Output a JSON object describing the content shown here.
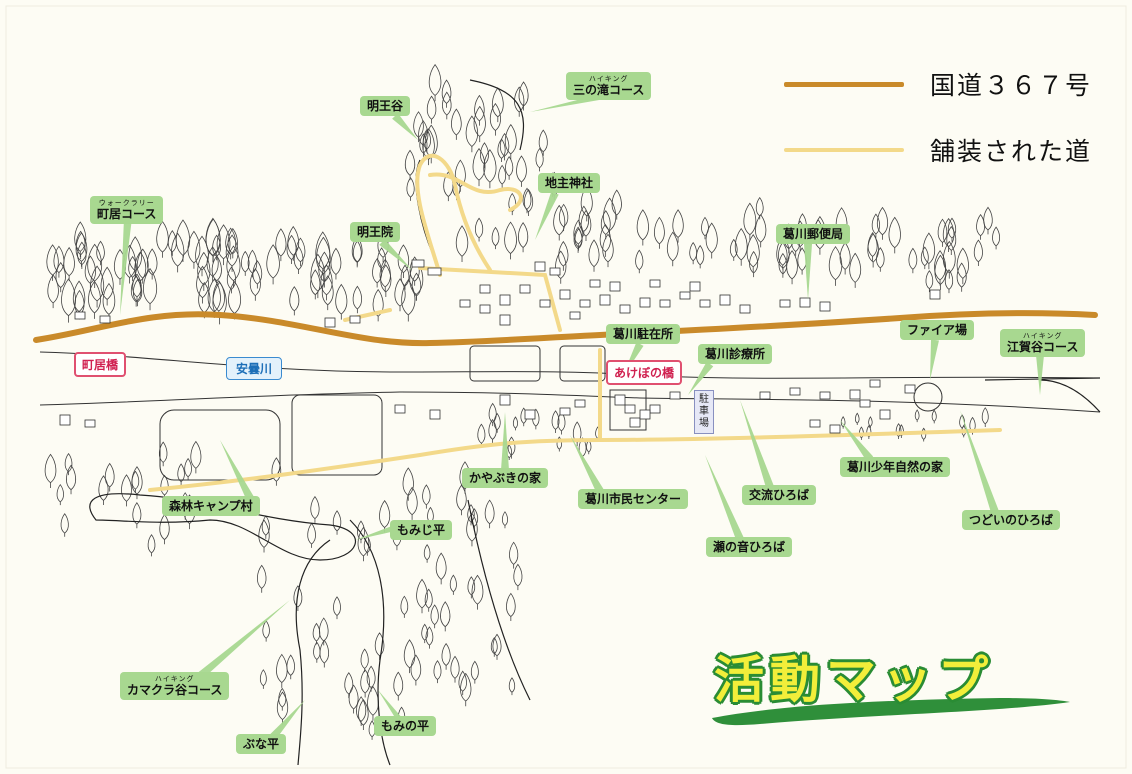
{
  "legend": {
    "national_road": {
      "label": "国道３６７号",
      "color": "#c98a2a"
    },
    "paved_road": {
      "label": "舗装された道",
      "color": "#f3d98a"
    }
  },
  "title": "活動マップ",
  "labels": {
    "myooudani": "明王谷",
    "sannotaki": {
      "ruby": "ハイキング",
      "text": "三の滝コース"
    },
    "jinushi": "地主神社",
    "machii_course": {
      "ruby": "ウォークラリー",
      "text": "町居コース"
    },
    "myooin": "明王院",
    "yubin": "葛川郵便局",
    "fire": "ファイア場",
    "egadani": {
      "ruby": "ハイキング",
      "text": "江賀谷コース"
    },
    "chuzaisho": "葛川駐在所",
    "shinryosho": "葛川診療所",
    "kayabuki": "かやぶきの家",
    "shimin": "葛川市民センター",
    "shinrin": "森林キャンプ村",
    "koryu": "交流ひろば",
    "shonen": "葛川少年自然の家",
    "tsudoi": "つどいのひろば",
    "senooto": "瀬の音ひろば",
    "momijidaira": "もみじ平",
    "kamakura": {
      "ruby": "ハイキング",
      "text": "カマクラ谷コース"
    },
    "buna": "ぶな平",
    "mominodaira": "もみの平"
  },
  "bridges": {
    "machii": "町居橋",
    "akebono": "あけぼの橋"
  },
  "river": "安曇川",
  "parking": "駐車場",
  "colors": {
    "label_bg": "#a8d890",
    "title_fill": "#f2ee3a",
    "title_outline": "#2a8c34",
    "bridge_border": "#e05070",
    "river_border": "#3a8bd0"
  }
}
